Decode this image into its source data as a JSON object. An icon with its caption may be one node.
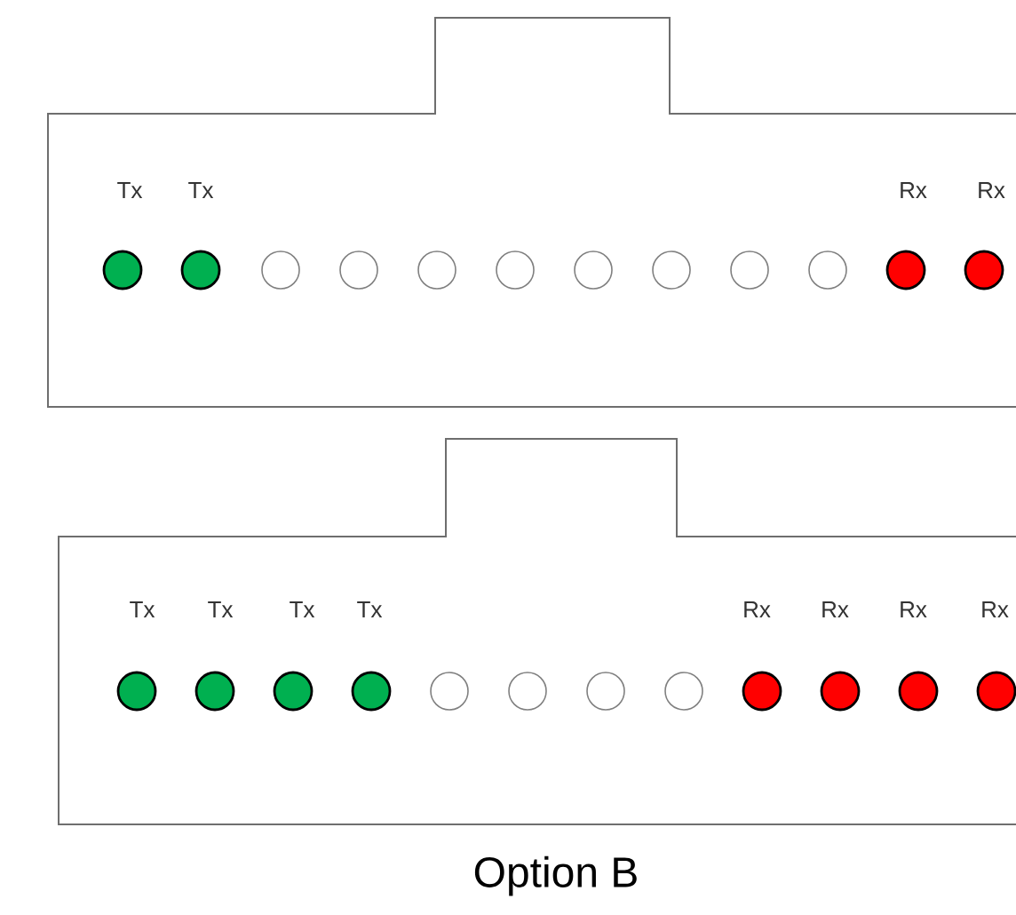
{
  "diagram": {
    "caption": "Option B",
    "nodes": [
      {
        "text": [
          "Tx",
          "Tx",
          "Rx",
          "Rx"
        ]
      },
      {
        "text": [
          "Tx",
          "Tx",
          "Tx",
          "Tx",
          "Rx",
          "Rx",
          "Rx",
          "Rx"
        ]
      }
    ]
  }
}
